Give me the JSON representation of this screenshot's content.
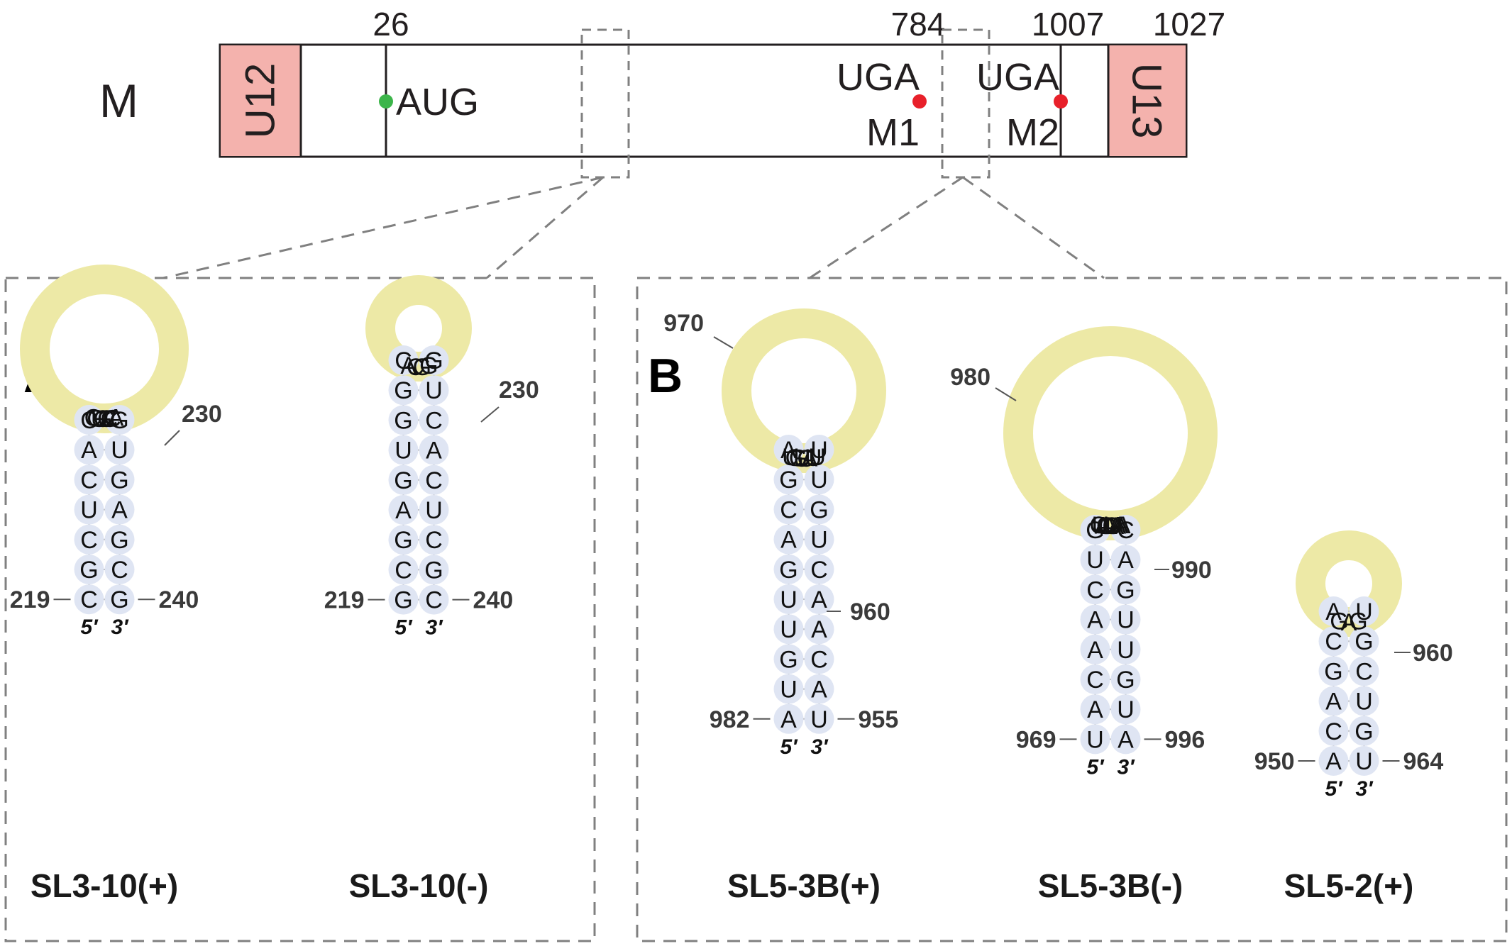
{
  "genome_map": {
    "segment_label": "M",
    "left_utr": "U12",
    "right_utr": "U13",
    "positions": {
      "aug_pos": "26",
      "m1_pos": "784",
      "m2_stop": "1007",
      "end_pos": "1027"
    },
    "aug_label": "AUG",
    "uga1_label": "UGA",
    "m1_label": "M1",
    "uga2_label": "UGA",
    "m2_label": "M2",
    "colors": {
      "utr_fill": "#f4b2ad",
      "start_dot": "#3cb54a",
      "stop_dot": "#e8202a",
      "loop_fill": "#ede9a6",
      "base_fill": "#dfe5f3"
    }
  },
  "panels": {
    "a_label": "A",
    "b_label": "B"
  },
  "structures": [
    {
      "id": "sl3-10-plus",
      "name": "SL3-10(+)",
      "left_num": "219",
      "right_num": "240",
      "five": "5′",
      "three": "3′",
      "stem_left": [
        "C",
        "A",
        "C",
        "U",
        "C",
        "G",
        "C"
      ],
      "stem_right": [
        "G",
        "U",
        "G",
        "A",
        "G",
        "C",
        "G"
      ],
      "loop": [
        "C",
        "G",
        "U",
        "G",
        "C",
        "C",
        "C",
        "A"
      ],
      "labels": [
        {
          "text": "230"
        }
      ]
    },
    {
      "id": "sl3-10-minus",
      "name": "SL3-10(-)",
      "left_num": "219",
      "right_num": "240",
      "five": "5′",
      "three": "3′",
      "stem_left": [
        "C",
        "G",
        "G",
        "U",
        "G",
        "A",
        "G",
        "C",
        "G"
      ],
      "stem_right": [
        "G",
        "U",
        "C",
        "A",
        "C",
        "U",
        "C",
        "G",
        "C"
      ],
      "loop": [
        "A",
        "C",
        "G",
        "G"
      ],
      "labels": [
        {
          "text": "230"
        }
      ]
    },
    {
      "id": "sl5-3b-plus",
      "name": "SL5-3B(+)",
      "left_num": "982",
      "right_num": "955",
      "five": "5′",
      "three": "3′",
      "stem_left": [
        "A",
        "G",
        "C",
        "A",
        "G",
        "U",
        "U",
        "G",
        "U",
        "A"
      ],
      "stem_right": [
        "U",
        "U",
        "G",
        "U",
        "C",
        "A",
        "A",
        "C",
        "A",
        "U"
      ],
      "loop": [
        "U",
        "G",
        "G",
        "U",
        "C",
        "A",
        "U",
        "U"
      ],
      "labels": [
        {
          "text": "970"
        },
        {
          "text": "960"
        }
      ]
    },
    {
      "id": "sl5-3b-minus",
      "name": "SL5-3B(-)",
      "left_num": "969",
      "right_num": "996",
      "five": "5′",
      "three": "3′",
      "stem_left": [
        "G",
        "U",
        "C",
        "A",
        "A",
        "C",
        "A",
        "U"
      ],
      "stem_right": [
        "C",
        "A",
        "G",
        "U",
        "U",
        "G",
        "U",
        "A"
      ],
      "loop": [
        "C",
        "U",
        "A",
        "C",
        "C",
        "A",
        "G",
        "U",
        "A",
        "A",
        "A",
        "A"
      ],
      "labels": [
        {
          "text": "980"
        },
        {
          "text": "990"
        }
      ]
    },
    {
      "id": "sl5-2-plus",
      "name": "SL5-2(+)",
      "left_num": "950",
      "right_num": "964",
      "five": "5′",
      "three": "3′",
      "stem_left": [
        "A",
        "C",
        "G",
        "A",
        "C",
        "A"
      ],
      "stem_right": [
        "U",
        "G",
        "C",
        "U",
        "G",
        "U"
      ],
      "loop": [
        "G",
        "A",
        "G"
      ],
      "labels": [
        {
          "text": "960"
        }
      ]
    }
  ]
}
